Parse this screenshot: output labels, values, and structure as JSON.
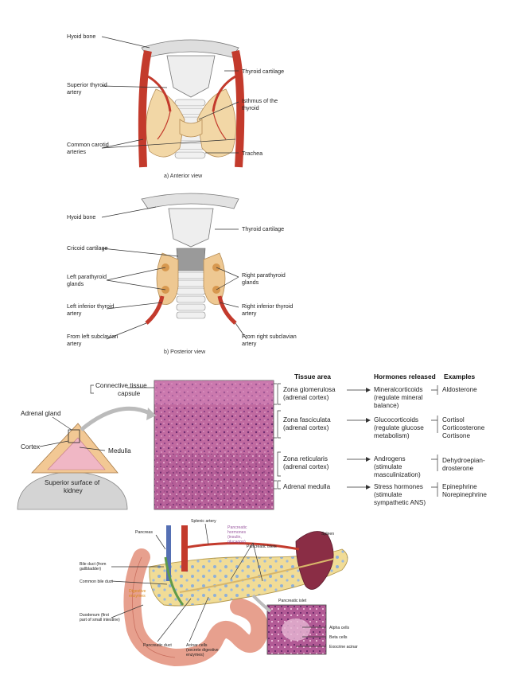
{
  "thyroid_anterior": {
    "labels": {
      "hyoid": "Hyoid bone",
      "sup_thyroid_1": "Superior thyroid",
      "sup_thyroid_2": "artery",
      "carotid_1": "Common carotid",
      "carotid_2": "arteries",
      "thyroid_cart": "Thyroid cartilage",
      "isthmus_1": "Isthmus of the",
      "isthmus_2": "thyroid",
      "trachea": "Trachea"
    },
    "caption": "a) Anterior view"
  },
  "thyroid_posterior": {
    "labels": {
      "hyoid": "Hyoid bone",
      "cricoid": "Cricoid cartilage",
      "left_para_1": "Left parathyroid",
      "left_para_2": "glands",
      "left_inf_1": "Left inferior thyroid",
      "left_inf_2": "artery",
      "left_sub_1": "From left subclavian",
      "left_sub_2": "artery",
      "thyroid_cart": "Thyroid cartilage",
      "right_para_1": "Right parathyroid",
      "right_para_2": "glands",
      "right_inf_1": "Right inferior thyroid",
      "right_inf_2": "artery",
      "right_sub_1": "From right subclavian",
      "right_sub_2": "artery"
    },
    "caption": "b) Posterior view"
  },
  "adrenal": {
    "connective_1": "Connective tissue",
    "connective_2": "capsule",
    "gland": "Adrenal gland",
    "cortex": "Cortex",
    "medulla": "Medulla",
    "kidney_1": "Superior surface of",
    "kidney_2": "kidney",
    "headers": {
      "area": "Tissue area",
      "hormones": "Hormones released",
      "examples": "Examples"
    },
    "rows": [
      {
        "area": [
          "Zona glomerulosa",
          "(adrenal cortex)"
        ],
        "hormones": [
          "Mineralcorticoids",
          "(regulate mineral",
          "balance)"
        ],
        "examples": [
          "Aldosterone"
        ]
      },
      {
        "area": [
          "Zona fasciculata",
          "(adrenal cortex)"
        ],
        "hormones": [
          "Glucocorticoids",
          "(regulate glucose",
          "metabolism)"
        ],
        "examples": [
          "Cortisol",
          "Corticosterone",
          "Cortisone"
        ]
      },
      {
        "area": [
          "Zona reticularis",
          "(adrenal cortex)"
        ],
        "hormones": [
          "Androgens",
          "(stimulate",
          "masculinization)"
        ],
        "examples": [
          "Dehydroepian-",
          "drosterone"
        ]
      },
      {
        "area": [
          "Adrenal medulla"
        ],
        "hormones": [
          "Stress hormones",
          "(stimulate",
          "sympathetic ANS)"
        ],
        "examples": [
          "Epinephrine",
          "Norepinephrine"
        ]
      }
    ]
  },
  "pancreas": {
    "labels": {
      "pancreas": "Pancreas",
      "splenic": "Splenic artery",
      "hormones_1": "Pancreatic",
      "hormones_2": "hormones",
      "hormones_3": "(insulin,",
      "hormones_4": "glucagon)",
      "islets": "Pancreatic islets",
      "spleen": "Spleen",
      "bile_1": "Bile duct (from",
      "bile_2": "gallbladder)",
      "common_bile": "Common bile duct",
      "enzymes_1": "Digestive",
      "enzymes_2": "enzymes",
      "duodenum_1": "Duodenum (first",
      "duodenum_2": "part of small intestine)",
      "duct": "Pancreatic duct",
      "acinar_1": "Acinar cells",
      "acinar_2": "(secrete digestive",
      "acinar_3": "enzymes)",
      "islet_title": "Pancreatic islet",
      "alpha": "Alpha cells",
      "beta": "Beta cells",
      "exocrine": "Exocrine acinar"
    }
  }
}
